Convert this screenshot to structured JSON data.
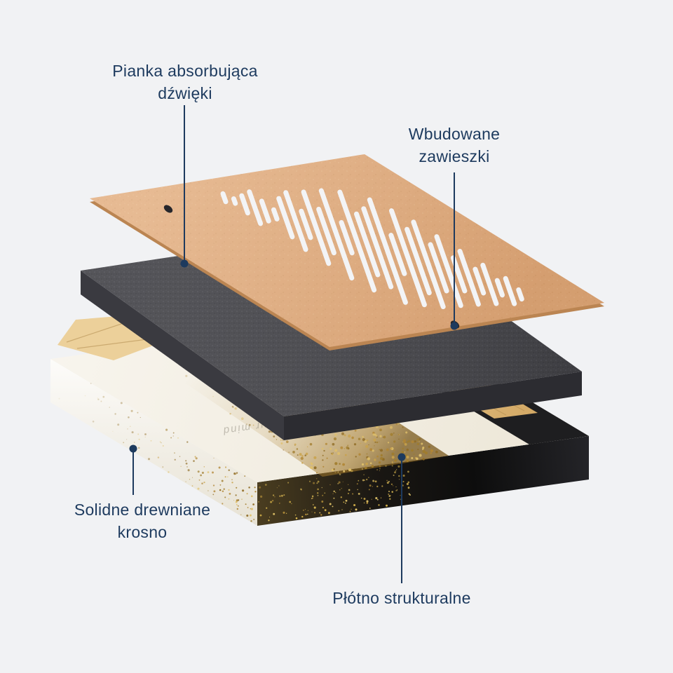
{
  "page": {
    "background": "#f1f2f4"
  },
  "colors": {
    "accent": "#1d3a5e",
    "board": "#e2ad7e",
    "foam": "#48484d",
    "canvas": "#f5f1e7",
    "gold": "#b18634",
    "wood": "#dfb97f"
  },
  "callouts": {
    "foam": {
      "label": "Pianka absorbująca\ndźwięki"
    },
    "hangers": {
      "label": "Wbudowane\nzawieszki"
    },
    "frame": {
      "label": "Solidne drewniane\nkrosno"
    },
    "canvas": {
      "label": "Płótno strukturalne"
    }
  },
  "artwork": {
    "text": "Mellow your mind"
  },
  "waveform": {
    "lengths": [
      12,
      7,
      26,
      48,
      30,
      14,
      58,
      86,
      40,
      108,
      66,
      132,
      46,
      148,
      92,
      118,
      155,
      58,
      142,
      96,
      128,
      70,
      104,
      50,
      80,
      36,
      58,
      22,
      38,
      14
    ]
  }
}
